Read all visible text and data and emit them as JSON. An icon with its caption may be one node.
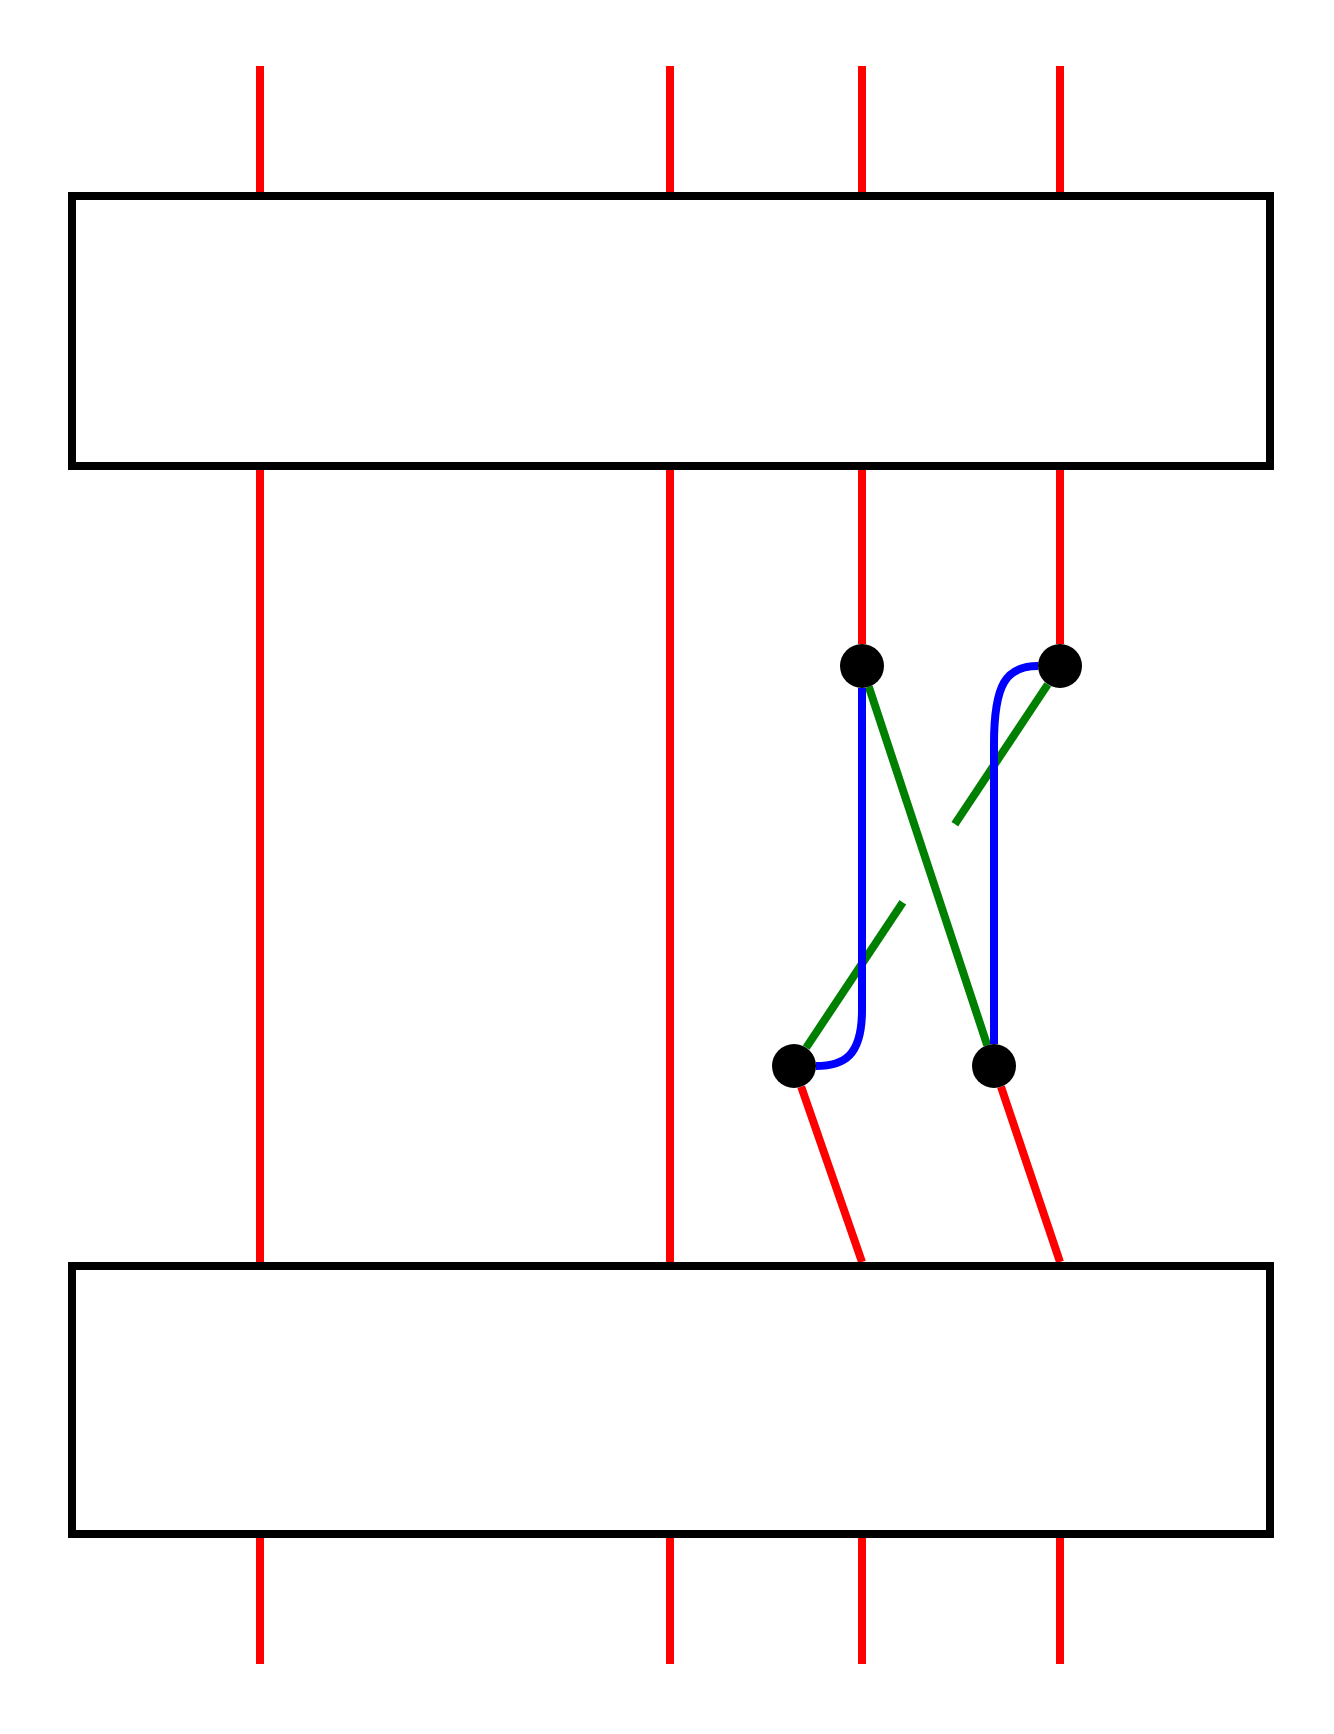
{
  "diagram": {
    "nodes": [
      {
        "text": [],
        "shape": "box"
      },
      {
        "text": [],
        "shape": "circle"
      },
      {
        "text": [],
        "shape": "circle"
      },
      {
        "text": [],
        "shape": "circle"
      },
      {
        "text": [],
        "shape": "circle"
      },
      {
        "text": [],
        "shape": "box"
      }
    ],
    "edges": [
      {
        "from": null,
        "to": 0,
        "arrow": "none"
      },
      {
        "from": null,
        "to": 0,
        "arrow": "none"
      },
      {
        "from": null,
        "to": 0,
        "arrow": "none"
      },
      {
        "from": null,
        "to": 0,
        "arrow": "none"
      },
      {
        "from": 0,
        "to": 5,
        "arrow": "none"
      },
      {
        "from": 0,
        "to": 5,
        "arrow": "none"
      },
      {
        "from": 0,
        "to": 1,
        "arrow": "none"
      },
      {
        "from": 0,
        "to": 2,
        "arrow": "none"
      },
      {
        "from": 1,
        "to": 4,
        "arrow": "none",
        "color": "#008000"
      },
      {
        "from": 2,
        "to": 3,
        "arrow": "none",
        "color": "#008000"
      },
      {
        "from": 1,
        "to": 3,
        "arrow": "none",
        "color": "#0000ff"
      },
      {
        "from": 2,
        "to": 4,
        "arrow": "none",
        "color": "#0000ff"
      },
      {
        "from": 3,
        "to": 5,
        "arrow": "none"
      },
      {
        "from": 4,
        "to": 5,
        "arrow": "none"
      },
      {
        "from": 5,
        "to": null,
        "arrow": "none"
      },
      {
        "from": 5,
        "to": null,
        "arrow": "none"
      },
      {
        "from": 5,
        "to": null,
        "arrow": "none"
      },
      {
        "from": 5,
        "to": null,
        "arrow": "none"
      }
    ]
  }
}
